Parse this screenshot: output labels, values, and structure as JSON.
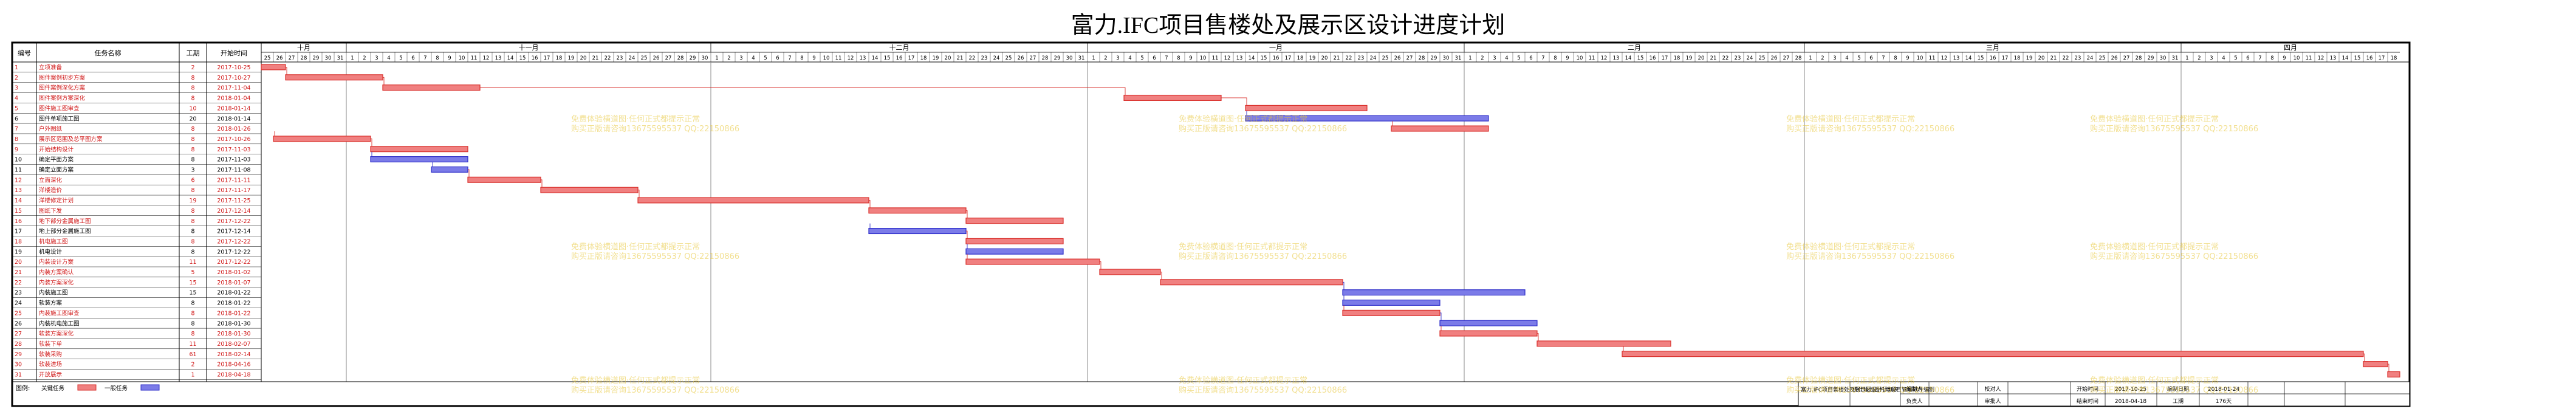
{
  "title": "富力.IFC项目售楼处及展示区设计进度计划",
  "header": {
    "id": "编号",
    "name": "任务名称",
    "duration": "工期",
    "start": "开始时间"
  },
  "months": [
    {
      "label": "十月",
      "start_day": "2017-10-25",
      "days": 7
    },
    {
      "label": "十一月",
      "start_day": "2017-11-01",
      "days": 30
    },
    {
      "label": "十二月",
      "start_day": "2017-12-01",
      "days": 31
    },
    {
      "label": "一月",
      "start_day": "2018-01-01",
      "days": 31
    },
    {
      "label": "二月",
      "start_day": "2018-02-01",
      "days": 28
    },
    {
      "label": "三月",
      "start_day": "2018-03-01",
      "days": 31
    },
    {
      "label": "四月",
      "start_day": "2018-04-01",
      "days": 18
    }
  ],
  "chart_data": {
    "type": "gantt",
    "timeline_start": "2017-10-25",
    "timeline_end": "2018-04-18",
    "tasks": [
      {
        "id": "1",
        "name": "立项准备",
        "duration": 2,
        "start": "2017-10-25",
        "critical": true
      },
      {
        "id": "2",
        "name": "图件案例初步方案",
        "duration": 8,
        "start": "2017-10-27",
        "critical": true
      },
      {
        "id": "3",
        "name": "图件案例深化方案",
        "duration": 8,
        "start": "2017-11-04",
        "critical": true
      },
      {
        "id": "4",
        "name": "图件案例方案深化",
        "duration": 8,
        "start": "2018-01-04",
        "critical": true
      },
      {
        "id": "5",
        "name": "图件施工图审查",
        "duration": 10,
        "start": "2018-01-14",
        "critical": true
      },
      {
        "id": "6",
        "name": "图件单项施工图",
        "duration": 20,
        "start": "2018-01-14",
        "critical": false
      },
      {
        "id": "7",
        "name": "户外图纸",
        "duration": 8,
        "start": "2018-01-26",
        "critical": true
      },
      {
        "id": "8",
        "name": "展示区范围及总平图方案",
        "duration": 8,
        "start": "2017-10-26",
        "critical": true
      },
      {
        "id": "9",
        "name": "开始结构设计",
        "duration": 8,
        "start": "2017-11-03",
        "critical": true
      },
      {
        "id": "10",
        "name": "确定平面方案",
        "duration": 8,
        "start": "2017-11-03",
        "critical": false
      },
      {
        "id": "11",
        "name": "确定立面方案",
        "duration": 3,
        "start": "2017-11-08",
        "critical": false
      },
      {
        "id": "12",
        "name": "立面深化",
        "duration": 6,
        "start": "2017-11-11",
        "critical": true
      },
      {
        "id": "13",
        "name": "洋楼造价",
        "duration": 8,
        "start": "2017-11-17",
        "critical": true
      },
      {
        "id": "14",
        "name": "洋楼修定计划",
        "duration": 19,
        "start": "2017-11-25",
        "critical": true
      },
      {
        "id": "15",
        "name": "图纸下发",
        "duration": 8,
        "start": "2017-12-14",
        "critical": true
      },
      {
        "id": "16",
        "name": "地下部分金属施工图",
        "duration": 8,
        "start": "2017-12-22",
        "critical": true
      },
      {
        "id": "17",
        "name": "地上部分金属施工图",
        "duration": 8,
        "start": "2017-12-14",
        "critical": false
      },
      {
        "id": "18",
        "name": "机电施工图",
        "duration": 8,
        "start": "2017-12-22",
        "critical": true
      },
      {
        "id": "19",
        "name": "机电设计",
        "duration": 8,
        "start": "2017-12-22",
        "critical": false
      },
      {
        "id": "20",
        "name": "内装设计方案",
        "duration": 11,
        "start": "2017-12-22",
        "critical": true
      },
      {
        "id": "21",
        "name": "内装方案确认",
        "duration": 5,
        "start": "2018-01-02",
        "critical": true
      },
      {
        "id": "22",
        "name": "内装方案深化",
        "duration": 15,
        "start": "2018-01-07",
        "critical": true
      },
      {
        "id": "23",
        "name": "内装施工图",
        "duration": 15,
        "start": "2018-01-22",
        "critical": false
      },
      {
        "id": "24",
        "name": "软装方案",
        "duration": 8,
        "start": "2018-01-22",
        "critical": false
      },
      {
        "id": "25",
        "name": "内装施工图审查",
        "duration": 8,
        "start": "2018-01-22",
        "critical": true
      },
      {
        "id": "26",
        "name": "内装机电施工图",
        "duration": 8,
        "start": "2018-01-30",
        "critical": false
      },
      {
        "id": "27",
        "name": "软装方案深化",
        "duration": 8,
        "start": "2018-01-30",
        "critical": true
      },
      {
        "id": "28",
        "name": "软装下单",
        "duration": 11,
        "start": "2018-02-07",
        "critical": true
      },
      {
        "id": "29",
        "name": "软装采购",
        "duration": 61,
        "start": "2018-02-14",
        "critical": true
      },
      {
        "id": "30",
        "name": "软装进场",
        "duration": 2,
        "start": "2018-04-16",
        "critical": true
      },
      {
        "id": "31",
        "name": "开放展示",
        "duration": 1,
        "start": "2018-04-18",
        "critical": true
      }
    ],
    "legend": [
      {
        "label": "关键任务",
        "color": "#f08080"
      },
      {
        "label": "一般任务",
        "color": "#7b7be8"
      }
    ]
  },
  "info_block": {
    "project": "富力.IFC项目售楼处及展示区设计计划表",
    "plan_label": "统计规划委托单项目管理软件编制",
    "maker_label": "编制人",
    "maker": "",
    "reviewer_label": "校对人",
    "reviewer": "",
    "approver_label": "审批人",
    "approver": "",
    "owner_label": "负责人",
    "owner": "",
    "start_label": "开始时间",
    "start_value": "2017-10-25",
    "end_label": "结束时间",
    "end_value": "2018-04-18",
    "edit_date_label": "编制日期",
    "edit_date_value": "2018-01-24",
    "duration_label": "工期",
    "duration_value": "176天"
  },
  "watermarks": [
    "免费体验横道图·任何正式都提示正常",
    "购买正版请咨询13675595537 QQ:22150866"
  ]
}
